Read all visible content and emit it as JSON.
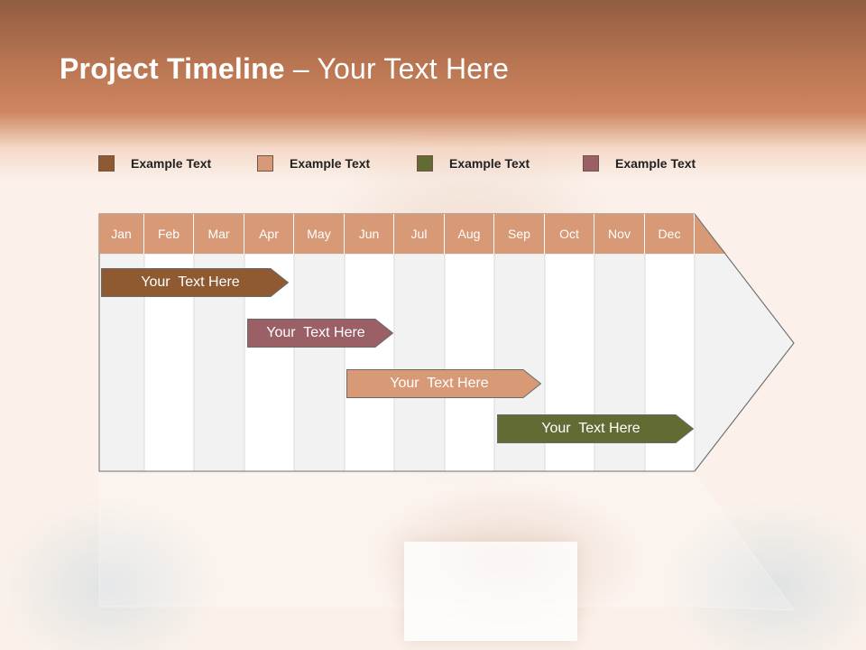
{
  "header": {
    "title_bold": "Project Timeline",
    "title_rest": " – Your Text Here"
  },
  "legend": {
    "items": [
      {
        "label": "Example Text",
        "color": "#8f5a31"
      },
      {
        "label": "Example Text",
        "color": "#d89977"
      },
      {
        "label": "Example Text",
        "color": "#636b35"
      },
      {
        "label": "Example Text",
        "color": "#9b5f66"
      }
    ]
  },
  "timeline": {
    "months": [
      "Jan",
      "Feb",
      "Mar",
      "Apr",
      "May",
      "Jun",
      "Jul",
      "Aug",
      "Sep",
      "Oct",
      "Nov",
      "Dec"
    ],
    "header_color": "#d89977",
    "tasks": [
      {
        "label": "Your  Text Here",
        "color": "#8f5a31",
        "text_color": "#ffffff"
      },
      {
        "label": "Your  Text Here",
        "color": "#9b5f66",
        "text_color": "#ffffff"
      },
      {
        "label": "Your  Text Here",
        "color": "#d89977",
        "text_color": "#ffffff"
      },
      {
        "label": "Your  Text Here",
        "color": "#636b35",
        "text_color": "#ffffff"
      }
    ]
  }
}
